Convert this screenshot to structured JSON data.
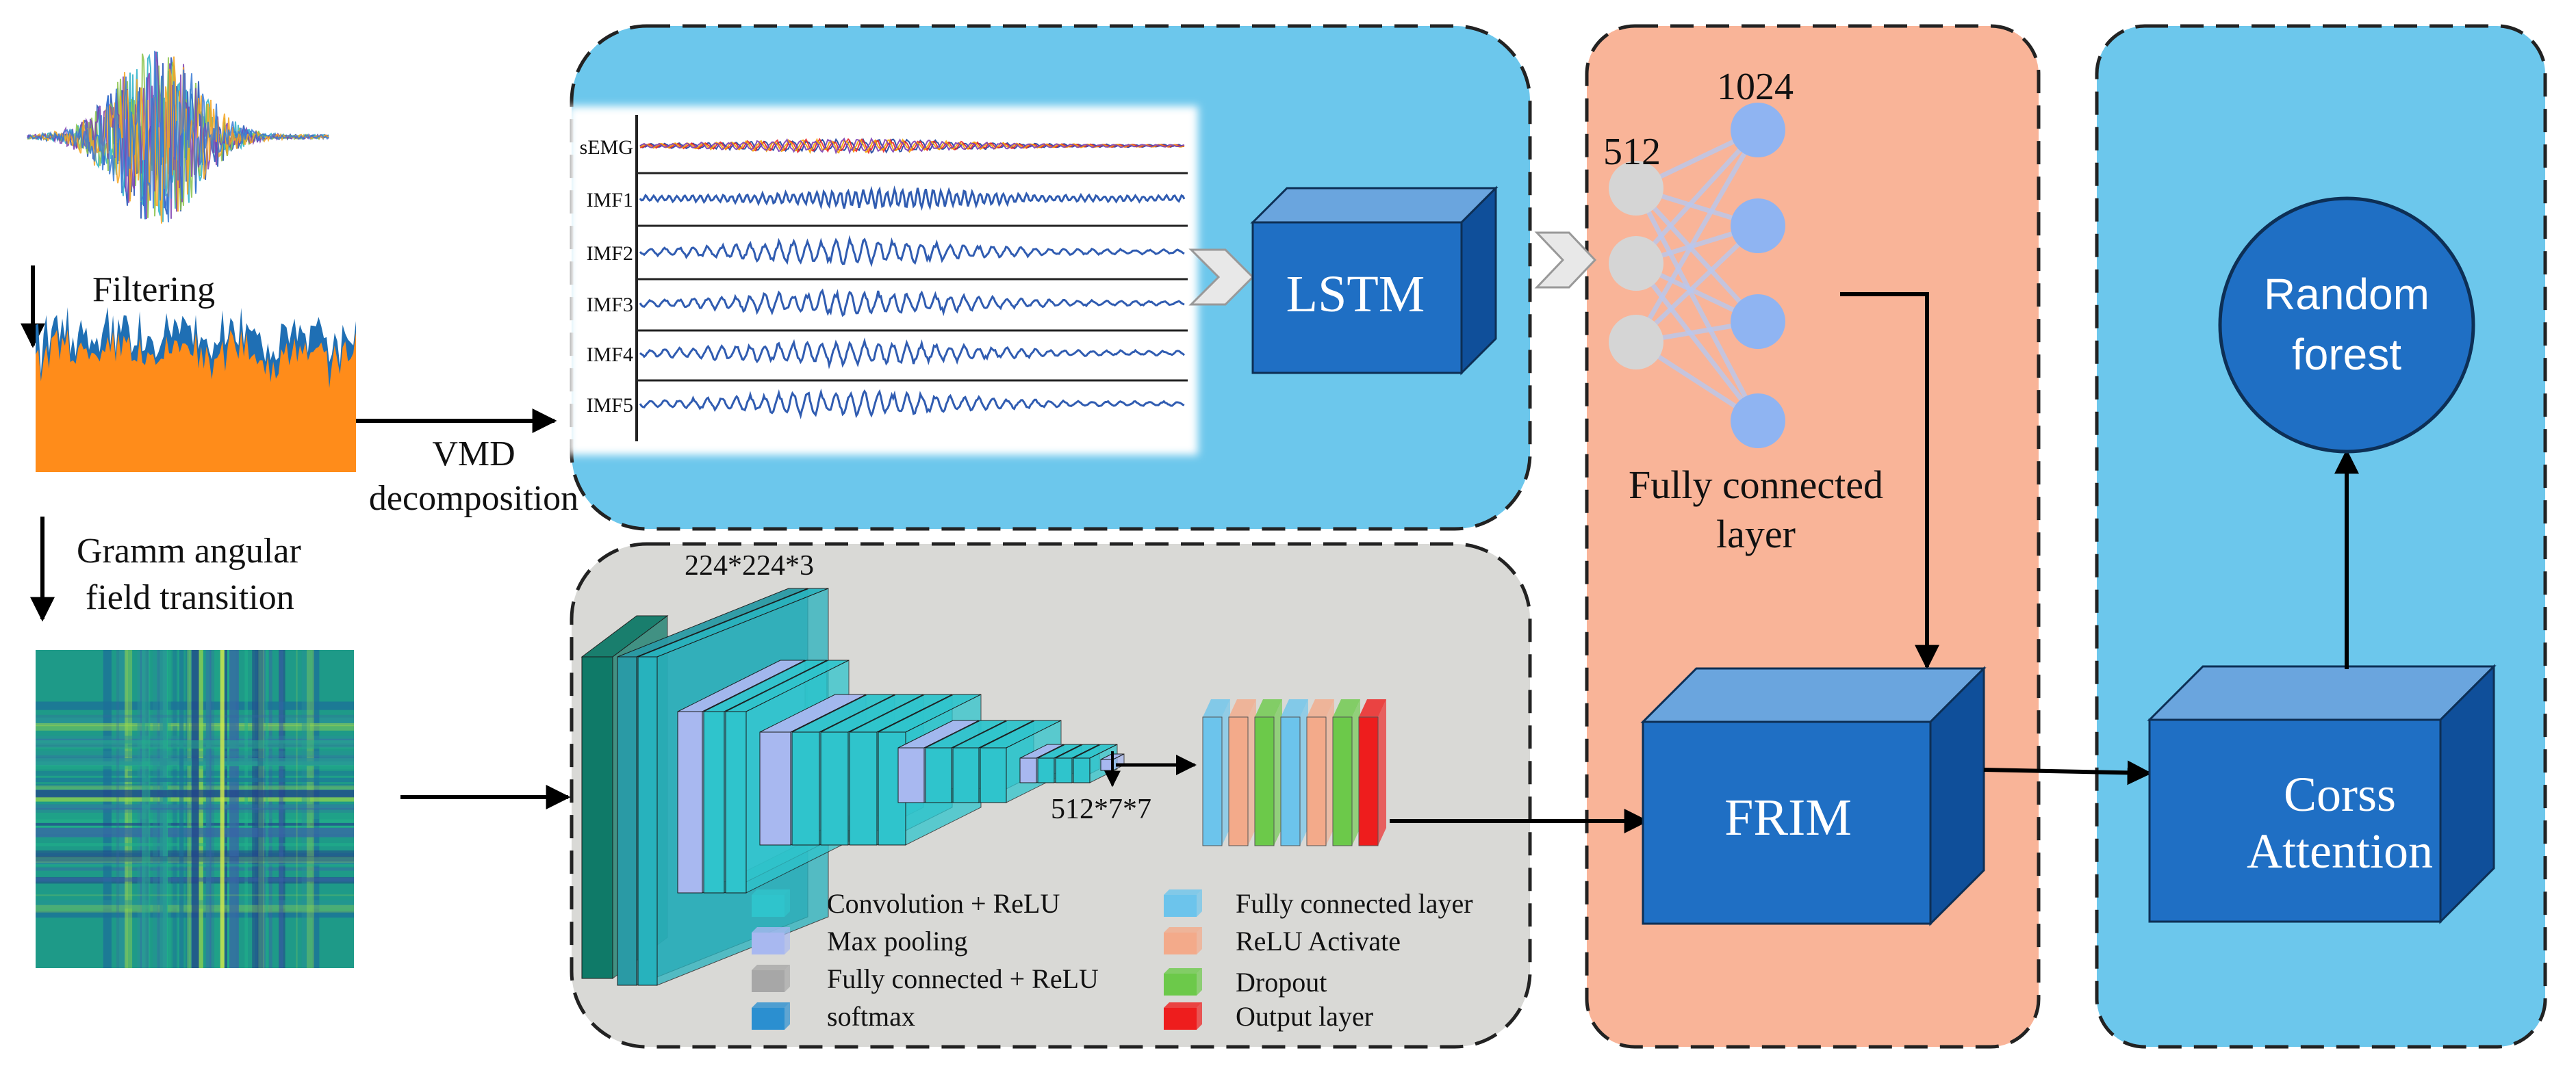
{
  "colors": {
    "lstm_panel": "#6cc7ec",
    "cnn_panel": "#d9d9d6",
    "fc_panel": "#f9b498",
    "attention_panel": "#6cc7ec",
    "block_front": "#1f6fc4",
    "block_top": "#6aa5de",
    "block_side": "#0f4f9a",
    "node_input": "#d5d5d5",
    "node_output": "#8fb4f2",
    "conv": "#2fc4cc",
    "maxpool": "#a8b8f0",
    "fc_relu": "#a7a7a7",
    "softmax": "#2b8fd0",
    "fc_layer": "#6cc4ec",
    "relu": "#f3aa8a",
    "dropout": "#6cc94a",
    "output": "#ee1d1d",
    "raw_signal_orange": "#ff8c1a",
    "raw_signal_blue": "#1f6fb4",
    "gaf_base": "#1e9a88"
  },
  "preprocess": {
    "filtering_label": "Filtering",
    "vmd_label_line1": "VMD",
    "vmd_label_line2": "decomposition",
    "gaf_label_line1": "Gramm angular",
    "gaf_label_line2": "field transition"
  },
  "vmd_plot": {
    "rows": [
      "sEMG",
      "IMF1",
      "IMF2",
      "IMF3",
      "IMF4",
      "IMF5"
    ]
  },
  "lstm": {
    "label": "LSTM"
  },
  "cnn": {
    "input_size_label": "224*224*3",
    "feature_size_label": "512*7*7",
    "legend": [
      {
        "label": "Convolution + ReLU",
        "color_key": "conv"
      },
      {
        "label": "Max pooling",
        "color_key": "maxpool"
      },
      {
        "label": "Fully connected + ReLU",
        "color_key": "fc_relu"
      },
      {
        "label": "softmax",
        "color_key": "softmax"
      },
      {
        "label": "Fully connected layer",
        "color_key": "fc_layer"
      },
      {
        "label": "ReLU Activate",
        "color_key": "relu"
      },
      {
        "label": "Dropout",
        "color_key": "dropout"
      },
      {
        "label": "Output layer",
        "color_key": "output"
      }
    ]
  },
  "fully_connected": {
    "input_count_label": "512",
    "output_count_label": "1024",
    "caption_line1": "Fully connected",
    "caption_line2": "layer"
  },
  "frim": {
    "label": "FRIM"
  },
  "attention": {
    "label_line1": "Corss",
    "label_line2": "Attention"
  },
  "random_forest": {
    "label_line1": "Random",
    "label_line2": "forest"
  }
}
